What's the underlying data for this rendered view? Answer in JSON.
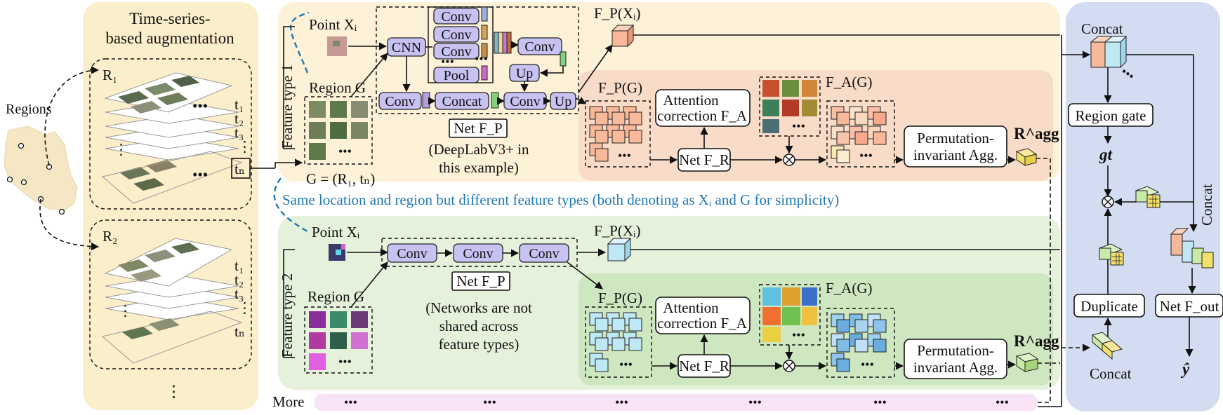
{
  "augmentation": {
    "title_line1": "Time-series-",
    "title_line2": "based augmentation",
    "regions_label": "Regions",
    "r1": "R₁",
    "r2": "R₂",
    "times": [
      "t₁",
      "t₂",
      "t₃",
      "⋮",
      "tₙ"
    ],
    "vdots": "⋮",
    "ellipsis": "•••"
  },
  "feature_type_1": {
    "side_label": "Feature type 1",
    "point_label": "Point Xᵢ",
    "region_label": "Region G",
    "g_def": "G = (R₁, tₙ)",
    "cnn": "CNN",
    "conv": "Conv",
    "pool": "Pool",
    "up": "Up",
    "concat": "Concat",
    "net_fp": "Net F_P",
    "net_note_line1": "(DeepLabV3+ in",
    "net_note_line2": "this example)",
    "fp_x": "F_P(Xᵢ)",
    "fp_g": "F_P(G)",
    "fa_g": "F_A(G)",
    "attention_line1": "Attention",
    "attention_line2": "correction F_A",
    "net_fr": "Net F_R",
    "perm_line1": "Permutation-",
    "perm_line2": "invariant Agg.",
    "ragg": "R^agg"
  },
  "middle_caption": "Same location and region but different feature types (both denoting as Xᵢ and G for simplicity)",
  "feature_type_2": {
    "side_label": "Feature type 2",
    "point_label": "Point Xᵢ",
    "region_label": "Region G",
    "conv": "Conv",
    "net_fp": "Net F_P",
    "net_note_line1": "(Networks are not",
    "net_note_line2": "shared across",
    "net_note_line3": "feature types)",
    "fp_x": "F_P(Xᵢ)",
    "fp_g": "F_P(G)",
    "fa_g": "F_A(G)",
    "attention_line1": "Attention",
    "attention_line2": "correction F_A",
    "net_fr": "Net F_R",
    "perm_line1": "Permutation-",
    "perm_line2": "invariant Agg.",
    "ragg": "R^agg"
  },
  "more": {
    "label": "More",
    "ellipsis": "•••"
  },
  "fusion": {
    "concat_top": "Concat",
    "region_gate": "Region gate",
    "gt": "gt",
    "concat_side": "Concat",
    "duplicate": "Duplicate",
    "net_fout": "Net F_out",
    "yhat": "ŷ",
    "concat_bottom": "Concat"
  },
  "colors": {
    "aug_bg": "#fbeecb",
    "ft1_bg": "#fdf1d8",
    "ft1_inner": "#f9dcc8",
    "ft2_bg": "#e5f1da",
    "ft2_inner": "#cfe7c0",
    "more_bg": "#f9e3f6",
    "fusion_bg": "#d3dcf1",
    "conv_fill": "#c7c2f2",
    "cube_orange": "#f7b999",
    "cube_blue": "#bfe8f5",
    "cube_green": "#c9e9a8",
    "cube_yellow": "#f3e06b",
    "caption_blue": "#1f78b4"
  }
}
